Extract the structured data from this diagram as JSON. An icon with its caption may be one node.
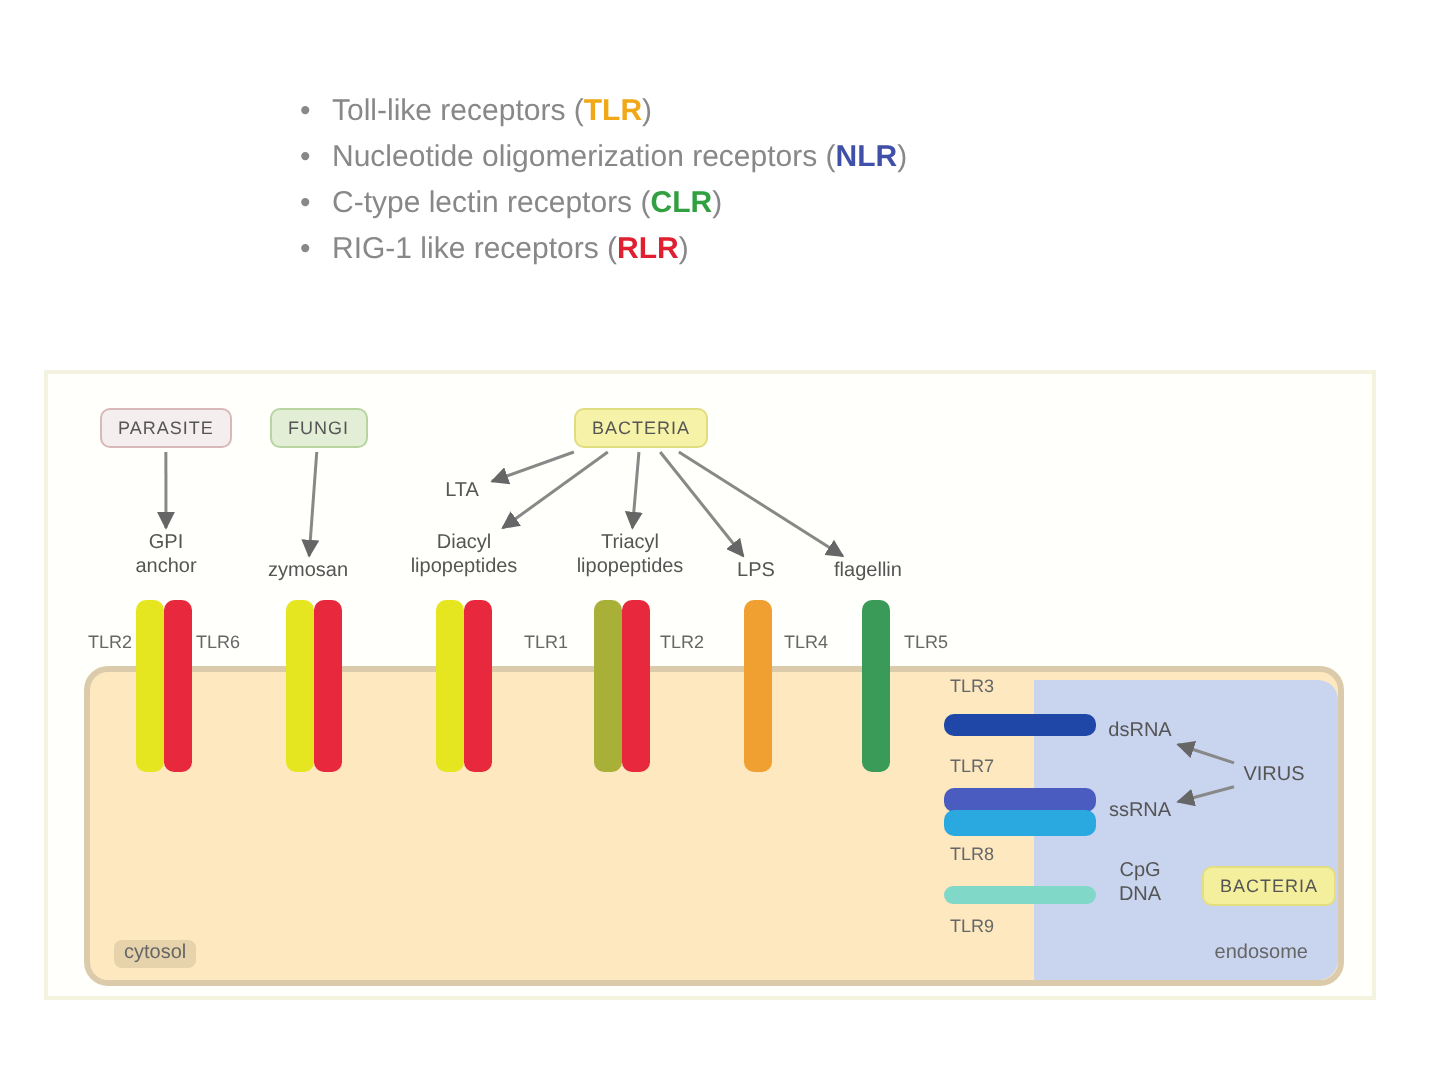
{
  "diagram": {
    "nodes": [
      {
        "text": [
          "PARASITE"
        ]
      },
      {
        "text": [
          "FUNGI"
        ]
      },
      {
        "text": [
          "BACTERIA"
        ]
      },
      {
        "text": [
          "GPI anchor"
        ]
      },
      {
        "text": [
          "zymosan"
        ]
      },
      {
        "text": [
          "LTA"
        ]
      },
      {
        "text": [
          "Diacyl lipopeptides"
        ]
      },
      {
        "text": [
          "Triacyl lipopeptides"
        ]
      },
      {
        "text": [
          "LPS"
        ]
      },
      {
        "text": [
          "flagellin"
        ]
      },
      {
        "text": [
          "cytosol"
        ]
      },
      {
        "text": [
          "endosome"
        ],
        "in": 10
      },
      {
        "text": [
          "dsRNA"
        ],
        "in": 11
      },
      {
        "text": [
          "ssRNA"
        ],
        "in": 11
      },
      {
        "text": [
          "VIRUS"
        ],
        "in": 11
      },
      {
        "text": [
          "CpG DNA"
        ],
        "in": 11
      },
      {
        "text": [
          "BACTERIA"
        ],
        "in": 11
      }
    ],
    "edges": [
      {
        "from": 0,
        "to": 3,
        "arrow": "to"
      },
      {
        "from": 1,
        "to": 4,
        "arrow": "to"
      },
      {
        "from": 2,
        "to": 5,
        "arrow": "to"
      },
      {
        "from": 2,
        "to": 6,
        "arrow": "to"
      },
      {
        "from": 2,
        "to": 7,
        "arrow": "to"
      },
      {
        "from": 2,
        "to": 8,
        "arrow": "to"
      },
      {
        "from": 2,
        "to": 9,
        "arrow": "to"
      },
      {
        "from": 14,
        "to": 12,
        "arrow": "to"
      },
      {
        "from": 14,
        "to": 13,
        "arrow": "to"
      }
    ],
    "labels": [
      "•",
      "Toll-like receptors (**TLR**)",
      "•",
      "Nucleotide oligomerization receptors (**NLR**)",
      "•",
      "C-type lectin receptors (**CLR**)",
      "•",
      "RIG-1 like receptors (**RLR**)",
      "TLR2",
      "TLR6",
      "TLR1",
      "TLR2",
      "TLR4",
      "TLR5",
      "TLR3",
      "TLR7",
      "TLR8",
      "TLR9"
    ]
  }
}
